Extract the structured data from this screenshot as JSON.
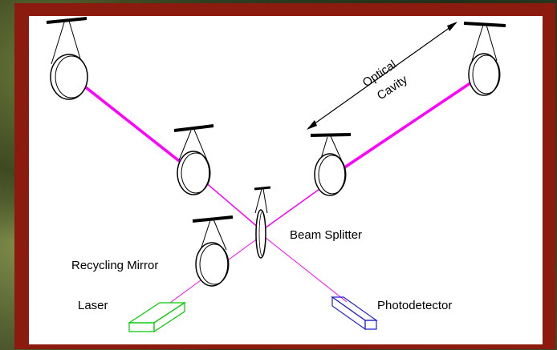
{
  "diagram": {
    "labels": {
      "optical": "Optical",
      "cavity": "Cavity",
      "beam_splitter": "Beam Splitter",
      "recycling_mirror": "Recycling Mirror",
      "laser": "Laser",
      "photodetector": "Photodetector"
    },
    "colors": {
      "frame": "#8b1a0f",
      "beam": "#ff00ff",
      "laser": "#00cc00",
      "photodetector": "#2222cc",
      "mirror_outline": "#000000"
    }
  }
}
